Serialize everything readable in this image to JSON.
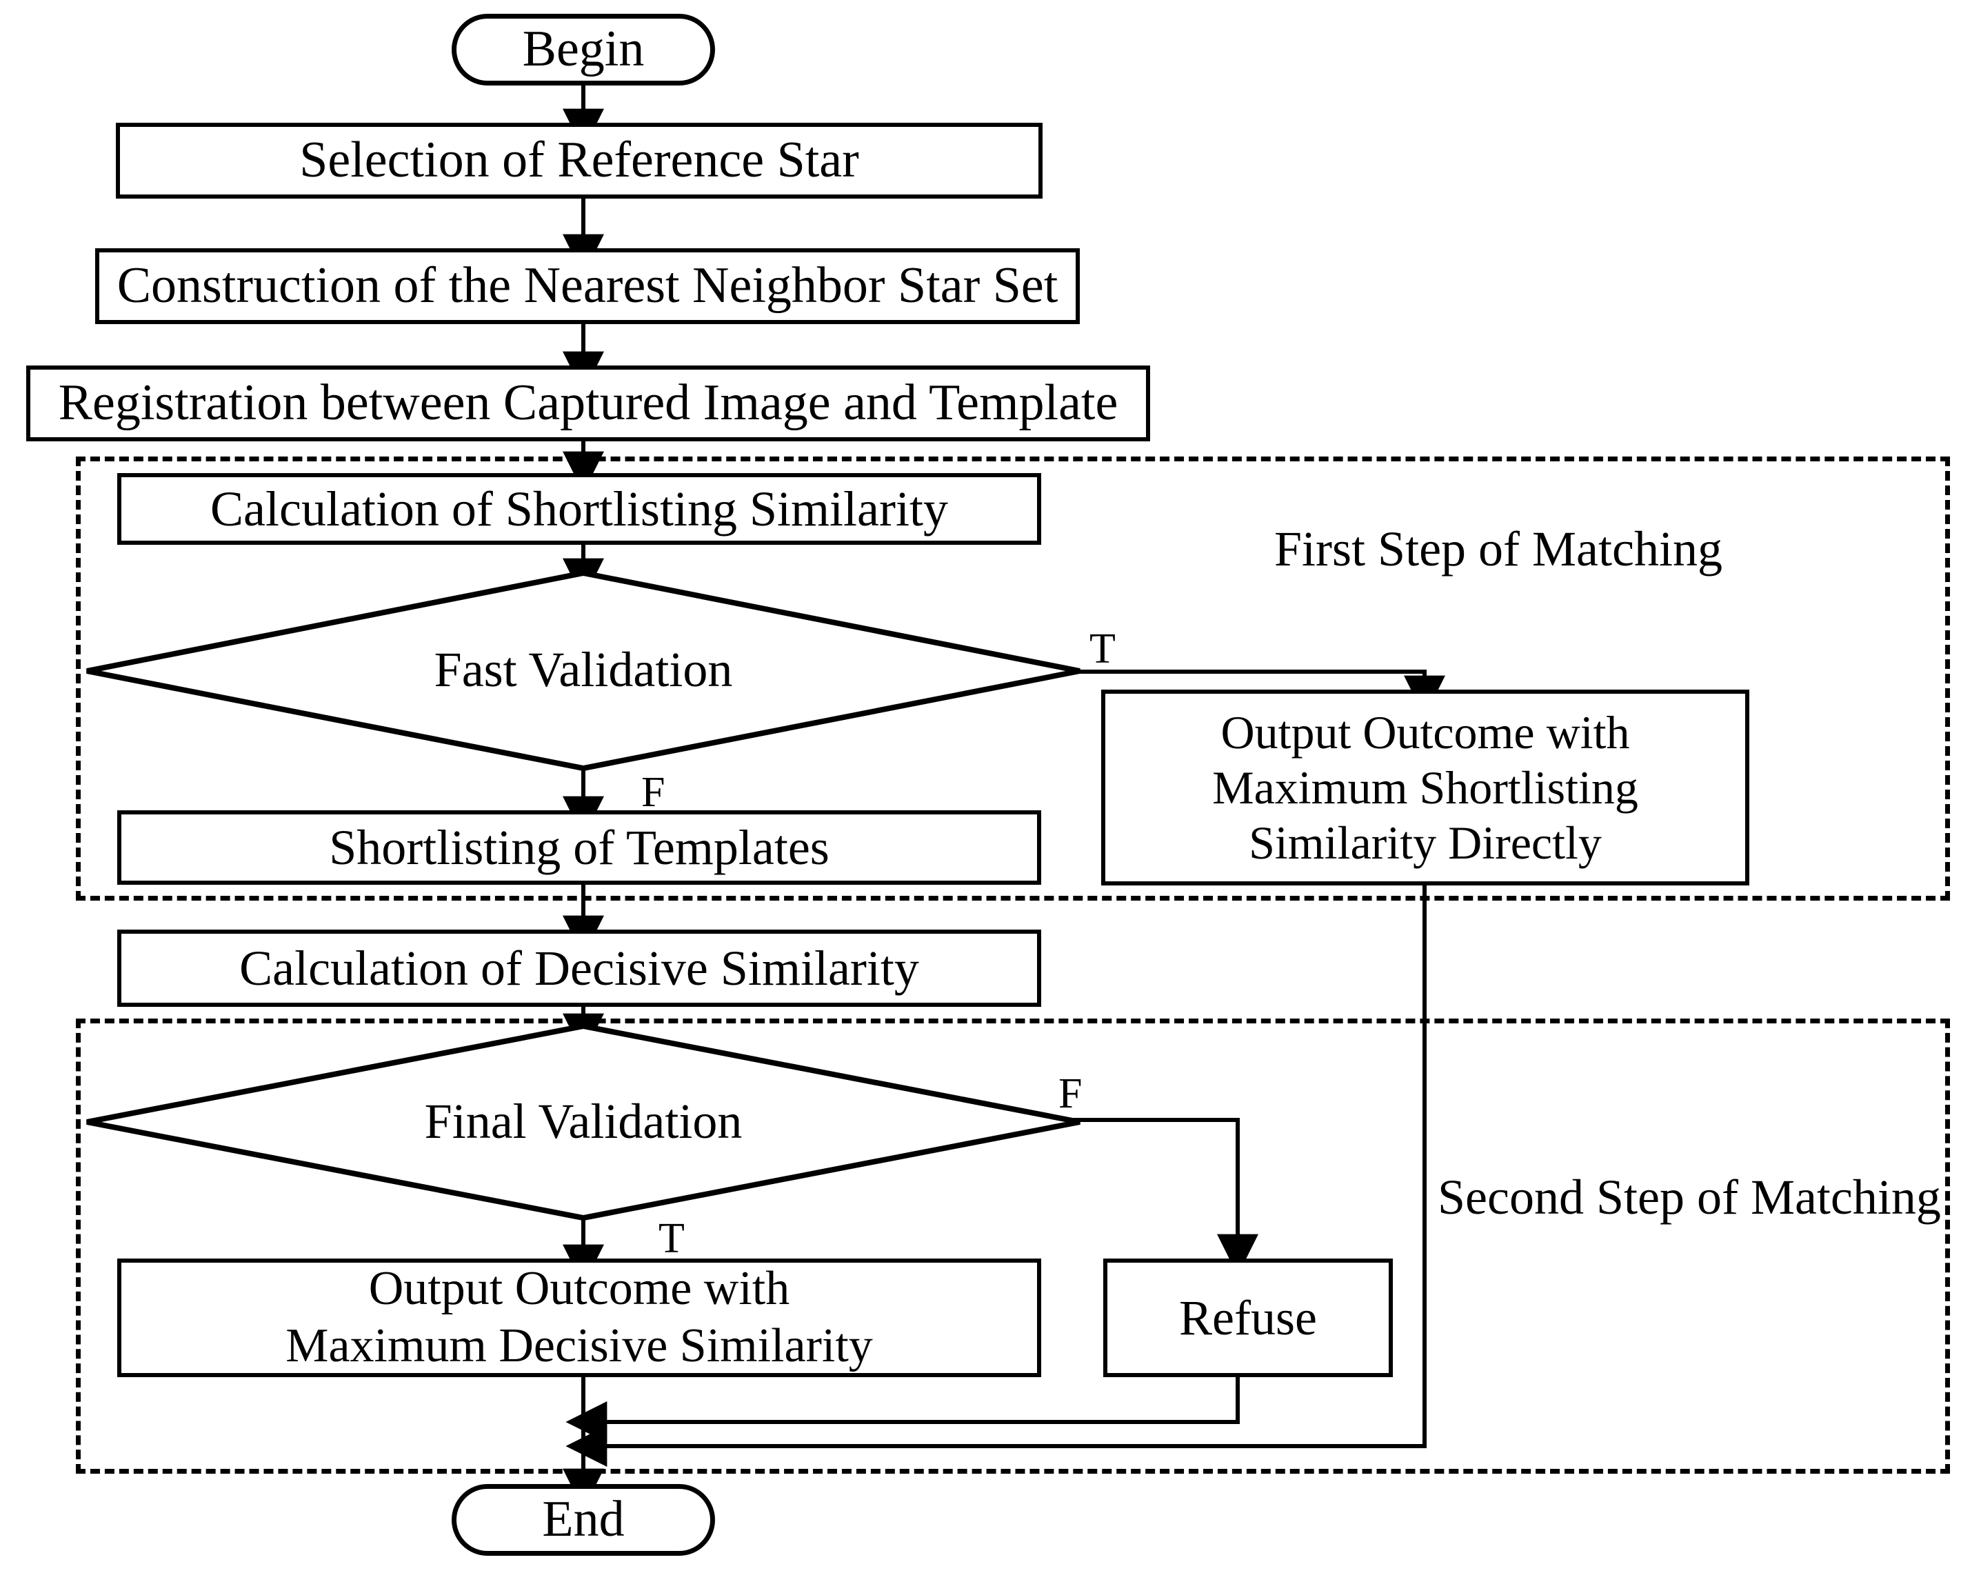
{
  "diagram": {
    "title": "Two-step star pattern matching flowchart",
    "type": "flowchart",
    "stroke_color": "#000000",
    "background_color": "#ffffff"
  },
  "nodes": {
    "begin": "Begin",
    "selection_reference_star": "Selection of Reference Star",
    "construction_neighbor_set": "Construction of the Nearest Neighbor Star Set",
    "registration": "Registration between Captured Image and Template",
    "calc_shortlisting_similarity": "Calculation of Shortlisting Similarity",
    "fast_validation": "Fast Validation",
    "shortlisting_templates": "Shortlisting of Templates",
    "output_max_shortlisting_l1": "Output Outcome with",
    "output_max_shortlisting_l2": "Maximum Shortlisting",
    "output_max_shortlisting_l3": "Similarity Directly",
    "calc_decisive_similarity": "Calculation of Decisive Similarity",
    "final_validation": "Final Validation",
    "output_max_decisive_l1": "Output Outcome with",
    "output_max_decisive_l2": "Maximum Decisive Similarity",
    "refuse": "Refuse",
    "end": "End"
  },
  "edge_labels": {
    "fast_validation_true": "T",
    "fast_validation_false": "F",
    "final_validation_false": "F",
    "final_validation_true": "T"
  },
  "groups": {
    "first_step": "First Step of Matching",
    "second_step": "Second Step of Matching"
  },
  "chart_data": {
    "type": "flowchart",
    "shapes": [
      {
        "id": "begin",
        "shape": "terminator",
        "label": "Begin"
      },
      {
        "id": "selection_reference_star",
        "shape": "process",
        "label": "Selection of Reference Star"
      },
      {
        "id": "construction_neighbor_set",
        "shape": "process",
        "label": "Construction of the Nearest Neighbor Star Set"
      },
      {
        "id": "registration",
        "shape": "process",
        "label": "Registration between Captured Image and Template"
      },
      {
        "id": "calc_shortlisting_similarity",
        "shape": "process",
        "label": "Calculation of Shortlisting Similarity"
      },
      {
        "id": "fast_validation",
        "shape": "decision",
        "label": "Fast Validation"
      },
      {
        "id": "shortlisting_templates",
        "shape": "process",
        "label": "Shortlisting of Templates"
      },
      {
        "id": "output_max_shortlisting",
        "shape": "process",
        "label": "Output Outcome with Maximum Shortlisting Similarity Directly"
      },
      {
        "id": "calc_decisive_similarity",
        "shape": "process",
        "label": "Calculation of Decisive Similarity"
      },
      {
        "id": "final_validation",
        "shape": "decision",
        "label": "Final Validation"
      },
      {
        "id": "output_max_decisive",
        "shape": "process",
        "label": "Output Outcome with Maximum Decisive Similarity"
      },
      {
        "id": "refuse",
        "shape": "process",
        "label": "Refuse"
      },
      {
        "id": "end",
        "shape": "terminator",
        "label": "End"
      }
    ],
    "edges": [
      {
        "from": "begin",
        "to": "selection_reference_star",
        "label": ""
      },
      {
        "from": "selection_reference_star",
        "to": "construction_neighbor_set",
        "label": ""
      },
      {
        "from": "construction_neighbor_set",
        "to": "registration",
        "label": ""
      },
      {
        "from": "registration",
        "to": "calc_shortlisting_similarity",
        "label": ""
      },
      {
        "from": "calc_shortlisting_similarity",
        "to": "fast_validation",
        "label": ""
      },
      {
        "from": "fast_validation",
        "to": "output_max_shortlisting",
        "label": "T"
      },
      {
        "from": "fast_validation",
        "to": "shortlisting_templates",
        "label": "F"
      },
      {
        "from": "shortlisting_templates",
        "to": "calc_decisive_similarity",
        "label": ""
      },
      {
        "from": "calc_decisive_similarity",
        "to": "final_validation",
        "label": ""
      },
      {
        "from": "final_validation",
        "to": "refuse",
        "label": "F"
      },
      {
        "from": "final_validation",
        "to": "output_max_decisive",
        "label": "T"
      },
      {
        "from": "output_max_decisive",
        "to": "end",
        "label": ""
      },
      {
        "from": "refuse",
        "to": "end",
        "label": ""
      },
      {
        "from": "output_max_shortlisting",
        "to": "end",
        "label": ""
      }
    ],
    "groups": [
      {
        "id": "first_step",
        "label": "First Step of Matching",
        "members": [
          "calc_shortlisting_similarity",
          "fast_validation",
          "shortlisting_templates",
          "output_max_shortlisting"
        ]
      },
      {
        "id": "second_step",
        "label": "Second Step of Matching",
        "members": [
          "final_validation",
          "output_max_decisive",
          "refuse"
        ]
      }
    ]
  }
}
